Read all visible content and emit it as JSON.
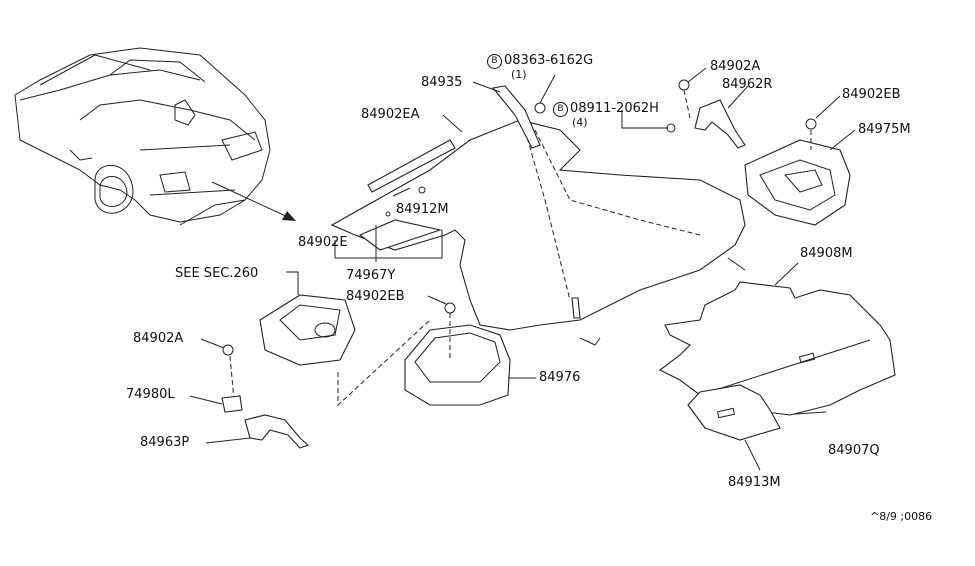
{
  "labels": {
    "p84935": "84935",
    "bolt1_marker": "B",
    "bolt1_code": "08363-6162G",
    "bolt1_qty": "(1)",
    "p84902A_top": "84902A",
    "p84962R": "84962R",
    "bolt2_marker": "B",
    "bolt2_code": "08911-2062H",
    "bolt2_qty": "(4)",
    "p84902EB_top": "84902EB",
    "p84902EA": "84902EA",
    "p84975M": "84975M",
    "p84912M": "84912M",
    "p84902E": "84902E",
    "p74967Y": "74967Y",
    "see_sec": "SEE SEC.260",
    "p84902EB_mid": "84902EB",
    "p84908M": "84908M",
    "p84902A_left": "84902A",
    "p84976": "84976",
    "p74980L": "74980L",
    "p84963P": "84963P",
    "p84907Q": "84907Q",
    "p84913M": "84913M",
    "ref_code": "^8/9 ;0086"
  }
}
